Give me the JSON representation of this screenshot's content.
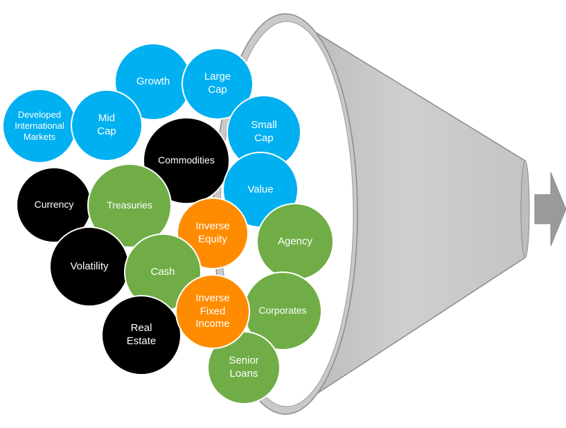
{
  "colors": {
    "blue": "#00b0f0",
    "black": "#000000",
    "green": "#70ad47",
    "orange": "#ff8c00",
    "funnel_fill": "#c8c8c8",
    "funnel_outline": "#8a8a8a",
    "arrow": "#9a9a9a"
  },
  "bubbles": [
    {
      "id": "growth",
      "lines": [
        "Growth"
      ],
      "color": "blue"
    },
    {
      "id": "large-cap",
      "lines": [
        "Large",
        "Cap"
      ],
      "color": "blue"
    },
    {
      "id": "developed-international-markets",
      "lines": [
        "Developed",
        "International",
        "Markets"
      ],
      "color": "blue"
    },
    {
      "id": "mid-cap",
      "lines": [
        "Mid",
        "Cap"
      ],
      "color": "blue"
    },
    {
      "id": "small-cap",
      "lines": [
        "Small",
        "Cap"
      ],
      "color": "blue"
    },
    {
      "id": "commodities",
      "lines": [
        "Commodities"
      ],
      "color": "black"
    },
    {
      "id": "value",
      "lines": [
        "Value"
      ],
      "color": "blue"
    },
    {
      "id": "currency",
      "lines": [
        "Currency"
      ],
      "color": "black"
    },
    {
      "id": "treasuries",
      "lines": [
        "Treasuries"
      ],
      "color": "green"
    },
    {
      "id": "volatility",
      "lines": [
        "Volatility"
      ],
      "color": "black"
    },
    {
      "id": "agency",
      "lines": [
        "Agency"
      ],
      "color": "green"
    },
    {
      "id": "inverse-equity",
      "lines": [
        "Inverse",
        "Equity"
      ],
      "color": "orange"
    },
    {
      "id": "cash",
      "lines": [
        "Cash"
      ],
      "color": "green"
    },
    {
      "id": "real-estate",
      "lines": [
        "Real",
        "Estate"
      ],
      "color": "black"
    },
    {
      "id": "corporates",
      "lines": [
        "Corporates"
      ],
      "color": "green"
    },
    {
      "id": "senior-loans",
      "lines": [
        "Senior",
        "Loans"
      ],
      "color": "green"
    },
    {
      "id": "inverse-fixed-income",
      "lines": [
        "Inverse",
        "Fixed",
        "Income"
      ],
      "color": "orange"
    }
  ]
}
